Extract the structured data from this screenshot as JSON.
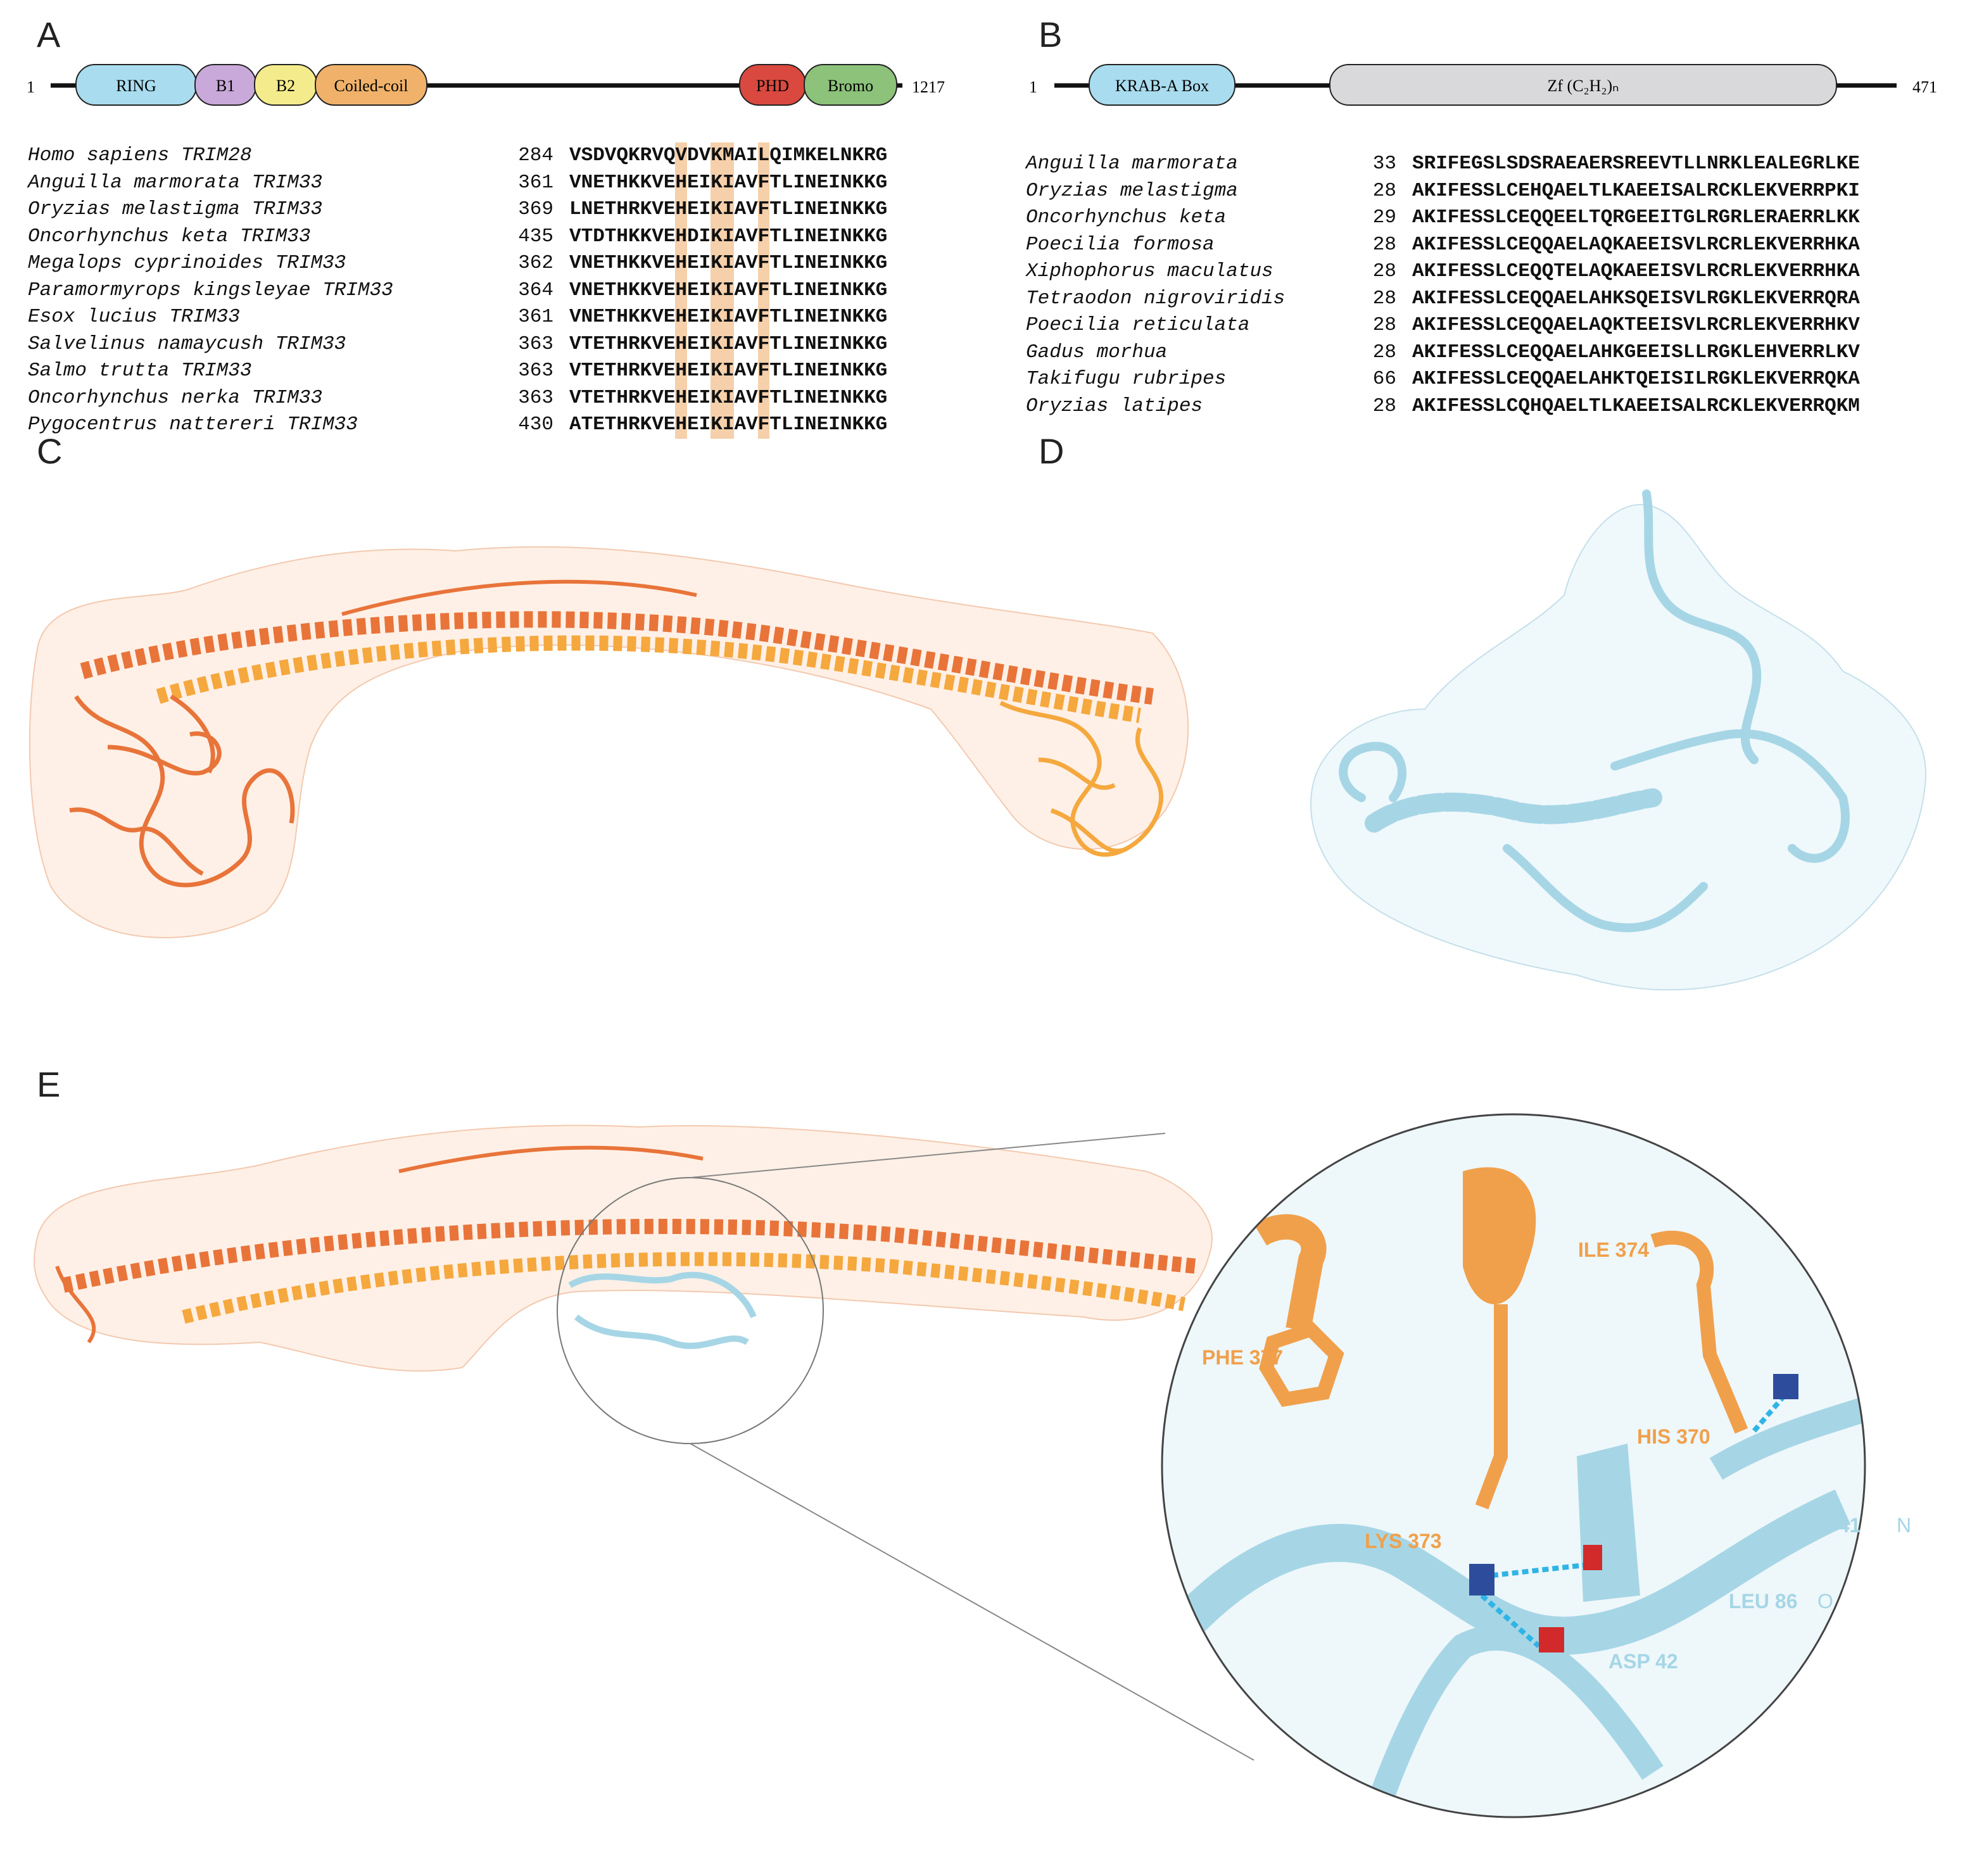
{
  "panels": {
    "A": "A",
    "B": "B",
    "C": "C",
    "D": "D",
    "E": "E"
  },
  "panel_a": {
    "start": "1",
    "end": "1217",
    "domains": [
      {
        "label": "RING",
        "color": "#a9dcee"
      },
      {
        "label": "B1",
        "color": "#c9a9d9"
      },
      {
        "label": "B2",
        "color": "#f4ec8c"
      },
      {
        "label": "Coiled-coil",
        "color": "#f0b26a"
      },
      {
        "label": "PHD",
        "color": "#d9493f"
      },
      {
        "label": "Bromo",
        "color": "#8cc27a"
      }
    ],
    "alignment": [
      {
        "species": "Homo sapiens TRIM28",
        "pos": "284",
        "seq": "VSDVQKRVQVDVKMAILQIMKELNKRG"
      },
      {
        "species": "Anguilla marmorata TRIM33",
        "pos": "361",
        "seq": "VNETHKKVEHEIKIAVFTLINEINKKG"
      },
      {
        "species": "Oryzias melastigma TRIM33",
        "pos": "369",
        "seq": "LNETHRKVEHEIKIAVFTLINEINKKG"
      },
      {
        "species": "Oncorhynchus keta TRIM33",
        "pos": "435",
        "seq": "VTDTHKKVEHDIKIAVFTLINEINKKG"
      },
      {
        "species": "Megalops cyprinoides TRIM33",
        "pos": "362",
        "seq": "VNETHKKVEHEIKIAVFTLINEINKKG"
      },
      {
        "species": "Paramormyrops kingsleyae TRIM33",
        "pos": "364",
        "seq": "VNETHKKVEHEIKIAVFTLINEINKKG"
      },
      {
        "species": "Esox lucius TRIM33",
        "pos": "361",
        "seq": "VNETHKKVEHEIKIAVFTLINEINKKG"
      },
      {
        "species": "Salvelinus namaycush TRIM33",
        "pos": "363",
        "seq": "VTETHRKVEHEIKIAVFTLINEINKKG"
      },
      {
        "species": "Salmo trutta TRIM33",
        "pos": "363",
        "seq": "VTETHRKVEHEIKIAVFTLINEINKKG"
      },
      {
        "species": "Oncorhynchus nerka TRIM33",
        "pos": "363",
        "seq": "VTETHRKVEHEIKIAVFTLINEINKKG"
      },
      {
        "species": "Pygocentrus nattereri TRIM33",
        "pos": "430",
        "seq": "ATETHRKVEHEIKIAVFTLINEINKKG"
      }
    ],
    "highlight_color": "#f2c08d"
  },
  "panel_b": {
    "start": "1",
    "end": "471",
    "domains": [
      {
        "label": "KRAB-A Box",
        "color": "#a9dcee"
      },
      {
        "label": "Zf (C₂H₂)ₙ",
        "color": "#d9d9dc"
      }
    ],
    "alignment": [
      {
        "species": "Anguilla marmorata",
        "pos": "33",
        "seq": "SRIFEGSLSDSRAEAERSREEVTLLNRKLEALEGRLKE"
      },
      {
        "species": "Oryzias melastigma",
        "pos": "28",
        "seq": "AKIFESSLCEHQAELTLKAEEISALRCKLEKVERRPKI"
      },
      {
        "species": "Oncorhynchus keta",
        "pos": "29",
        "seq": "AKIFESSLCEQQEELTQRGEEITGLRGRLERAERRLKK"
      },
      {
        "species": "Poecilia formosa",
        "pos": "28",
        "seq": "AKIFESSLCEQQAELAQKAEEISVLRCRLEKVERRHKA"
      },
      {
        "species": "Xiphophorus maculatus",
        "pos": "28",
        "seq": "AKIFESSLCEQQTELAQKAEEISVLRCRLEKVERRHKA"
      },
      {
        "species": "Tetraodon nigroviridis",
        "pos": "28",
        "seq": "AKIFESSLCEQQAELAHKSQEISVLRGKLEKVERRQRA"
      },
      {
        "species": "Poecilia reticulata",
        "pos": "28",
        "seq": "AKIFESSLCEQQAELAQKTEEISVLRCRLEKVERRHKV"
      },
      {
        "species": "Gadus morhua",
        "pos": "28",
        "seq": "AKIFESSLCEQQAELAHKGEEISLLRGKLEHVERRLKV"
      },
      {
        "species": "Takifugu rubripes",
        "pos": "66",
        "seq": "AKIFESSLCEQQAELAHKTQEISILRGKLEKVERRQKA"
      },
      {
        "species": "Oryzias latipes",
        "pos": "28",
        "seq": "AKIFESSLCQHQAELTLKAEEISALRCKLEKVERRQKM"
      }
    ]
  },
  "panel_e": {
    "labels": [
      {
        "text": "ILE 374",
        "color": "#f0a04b"
      },
      {
        "text": "PHE 377",
        "color": "#f0a04b"
      },
      {
        "text": "HIS 370",
        "color": "#f0a04b"
      },
      {
        "text": "LYS 373",
        "color": "#f0a04b"
      },
      {
        "text": "SER 41",
        "color": "#a6d6e6"
      },
      {
        "text": "N",
        "color": "#a6d6e6"
      },
      {
        "text": "LEU 86",
        "color": "#a6d6e6"
      },
      {
        "text": "O",
        "color": "#a6d6e6"
      },
      {
        "text": "ASP 42",
        "color": "#a6d6e6"
      }
    ]
  },
  "colors": {
    "orange_dark": "#e8743a",
    "orange_light": "#f5a83e",
    "light_blue": "#a6d6e6"
  }
}
